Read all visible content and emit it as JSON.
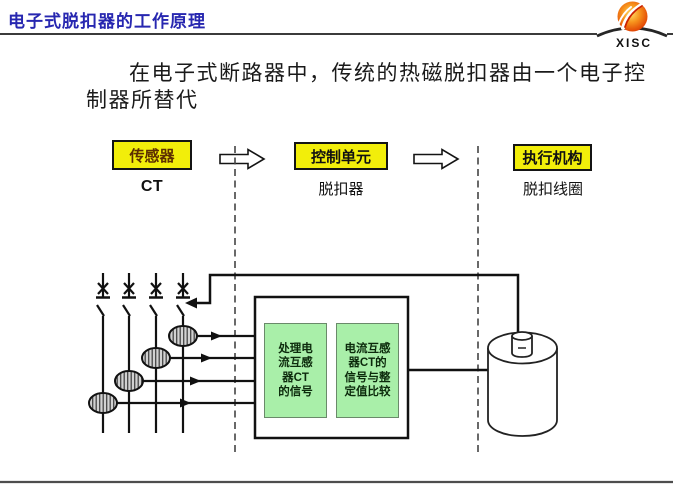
{
  "header": {
    "title": "电子式脱扣器的工作原理",
    "logo": {
      "text": "XISC"
    }
  },
  "intro": {
    "text": "在电子式断路器中，传统的热磁脱扣器由一个电子控制器所替代"
  },
  "flow": {
    "stages": [
      {
        "box": "传感器",
        "caption": "CT"
      },
      {
        "box": "控制单元",
        "caption": "脱扣器"
      },
      {
        "box": "执行机构",
        "caption": "脱扣线圈"
      }
    ]
  },
  "diagram": {
    "signal_process_box": {
      "text": "处理电流互感器CT的信号",
      "lines": [
        "处理电",
        "流互感",
        "器CT",
        "的信号"
      ]
    },
    "compare_box": {
      "text": "电流互感器CT的信号与整定值比较",
      "lines": [
        "电流互感",
        "器CT的",
        "信号与整",
        "定值比较"
      ]
    }
  },
  "colors": {
    "title_blue": "#2727B0",
    "stage_yellow": "#F2EE0A",
    "sensor_text_brown": "#5C2E00",
    "process_green": "#A9EFA9",
    "line_black": "#111111"
  }
}
